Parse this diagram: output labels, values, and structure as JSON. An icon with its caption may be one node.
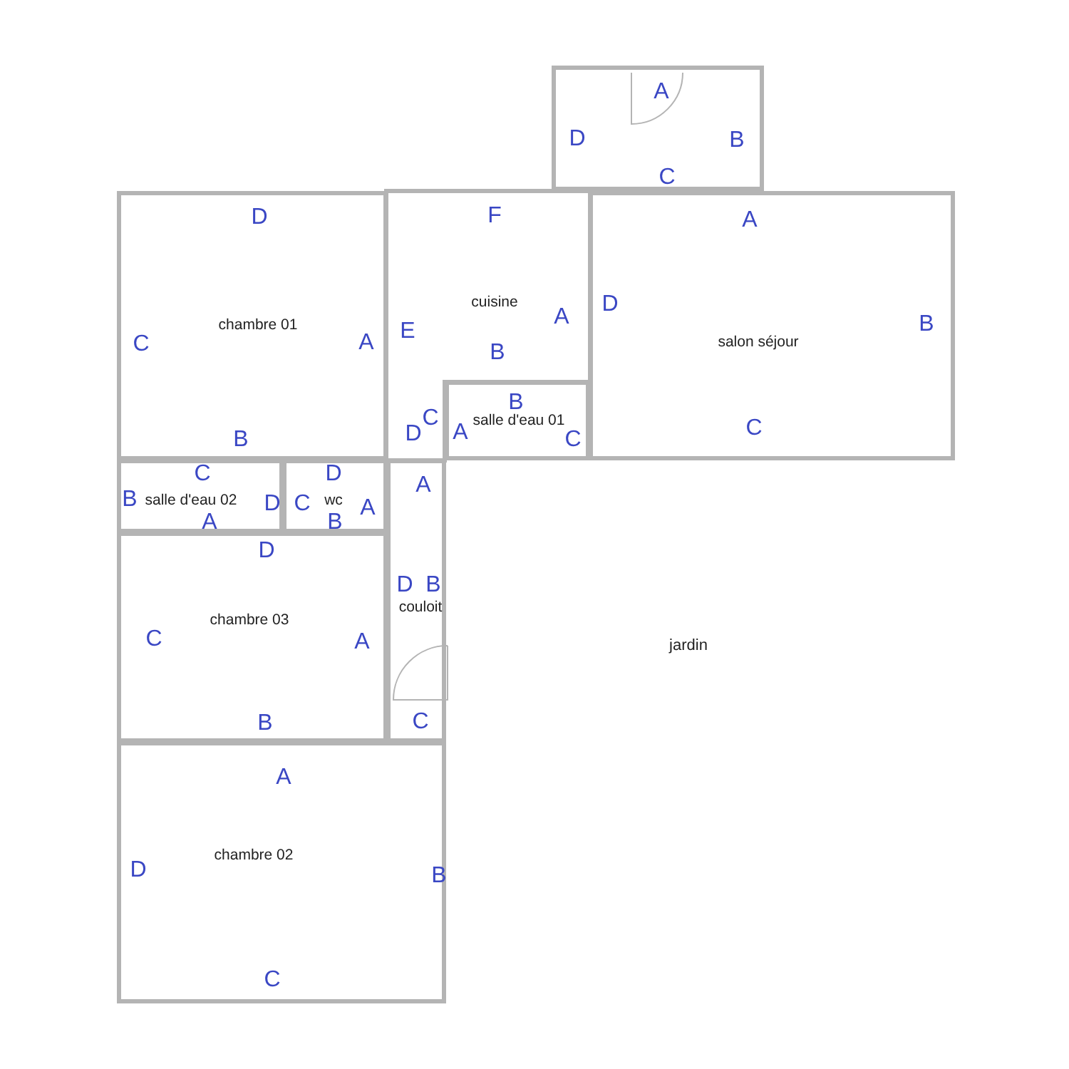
{
  "diagram": {
    "nodes": [
      {
        "text": [
          "A",
          "D",
          "B",
          "C"
        ]
      },
      {
        "text": [
          "chambre 01",
          "D",
          "C",
          "A",
          "B"
        ]
      },
      {
        "text": [
          "F",
          "cuisine",
          "E",
          "A",
          "B",
          "C",
          "D"
        ]
      },
      {
        "text": [
          "A",
          "D",
          "salon séjour",
          "B",
          "C"
        ]
      },
      {
        "text": [
          "B",
          "salle d'eau 01",
          "A",
          "C"
        ]
      },
      {
        "text": [
          "C",
          "B",
          "salle d'eau 02",
          "D",
          "A"
        ]
      },
      {
        "text": [
          "D",
          "C",
          "wc",
          "A",
          "B"
        ]
      },
      {
        "text": [
          "D",
          "chambre 03",
          "C",
          "A",
          "B"
        ]
      },
      {
        "text": [
          "A",
          "D",
          "B",
          "couloit",
          "C"
        ]
      },
      {
        "text": [
          "A",
          "chambre 02",
          "D",
          "B",
          "C"
        ]
      }
    ],
    "labels": [
      "jardin"
    ]
  }
}
